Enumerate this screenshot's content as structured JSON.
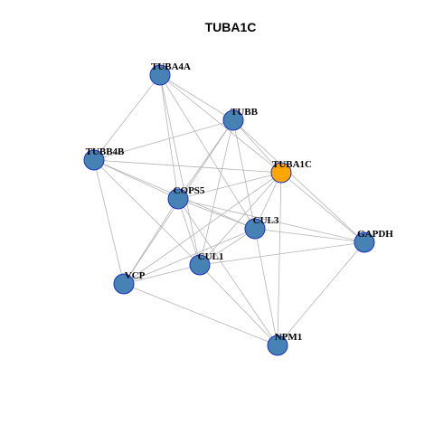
{
  "title": "TUBA1C",
  "colors": {
    "node_default": "#4682b4",
    "node_focus": "#ffa500",
    "node_border": "#1c2fc9",
    "edge": "#b4b4b4"
  },
  "focus_node": "TUBA1C",
  "nodes": [
    {
      "id": "TUBA4A",
      "label": "TUBA4A"
    },
    {
      "id": "TUBB",
      "label": "TUBB"
    },
    {
      "id": "TUBB4B",
      "label": "TUBB4B"
    },
    {
      "id": "TUBA1C",
      "label": "TUBA1C"
    },
    {
      "id": "COPS5",
      "label": "COPS5"
    },
    {
      "id": "CUL3",
      "label": "CUL3"
    },
    {
      "id": "GAPDH",
      "label": "GAPDH"
    },
    {
      "id": "CUL1",
      "label": "CUL1"
    },
    {
      "id": "VCP",
      "label": "VCP"
    },
    {
      "id": "NPM1",
      "label": "NPM1"
    }
  ],
  "edges": [
    [
      "TUBA4A",
      "TUBB"
    ],
    [
      "TUBA4A",
      "TUBB4B"
    ],
    [
      "TUBA4A",
      "TUBA1C"
    ],
    [
      "TUBA4A",
      "COPS5"
    ],
    [
      "TUBA4A",
      "CUL3"
    ],
    [
      "TUBA4A",
      "CUL1"
    ],
    [
      "TUBB",
      "TUBB4B"
    ],
    [
      "TUBB",
      "TUBA1C"
    ],
    [
      "TUBB",
      "COPS5"
    ],
    [
      "TUBB",
      "CUL3"
    ],
    [
      "TUBB",
      "GAPDH"
    ],
    [
      "TUBB",
      "CUL1"
    ],
    [
      "TUBB",
      "VCP"
    ],
    [
      "TUBB4B",
      "TUBA1C"
    ],
    [
      "TUBB4B",
      "COPS5"
    ],
    [
      "TUBB4B",
      "CUL3"
    ],
    [
      "TUBB4B",
      "CUL1"
    ],
    [
      "TUBB4B",
      "VCP"
    ],
    [
      "TUBA1C",
      "COPS5"
    ],
    [
      "TUBA1C",
      "CUL3"
    ],
    [
      "TUBA1C",
      "GAPDH"
    ],
    [
      "TUBA1C",
      "CUL1"
    ],
    [
      "TUBA1C",
      "VCP"
    ],
    [
      "TUBA1C",
      "NPM1"
    ],
    [
      "COPS5",
      "CUL3"
    ],
    [
      "COPS5",
      "GAPDH"
    ],
    [
      "COPS5",
      "CUL1"
    ],
    [
      "COPS5",
      "VCP"
    ],
    [
      "COPS5",
      "NPM1"
    ],
    [
      "CUL3",
      "GAPDH"
    ],
    [
      "CUL3",
      "CUL1"
    ],
    [
      "CUL3",
      "VCP"
    ],
    [
      "CUL3",
      "NPM1"
    ],
    [
      "GAPDH",
      "CUL1"
    ],
    [
      "GAPDH",
      "NPM1"
    ],
    [
      "CUL1",
      "VCP"
    ],
    [
      "CUL1",
      "NPM1"
    ],
    [
      "VCP",
      "NPM1"
    ]
  ]
}
